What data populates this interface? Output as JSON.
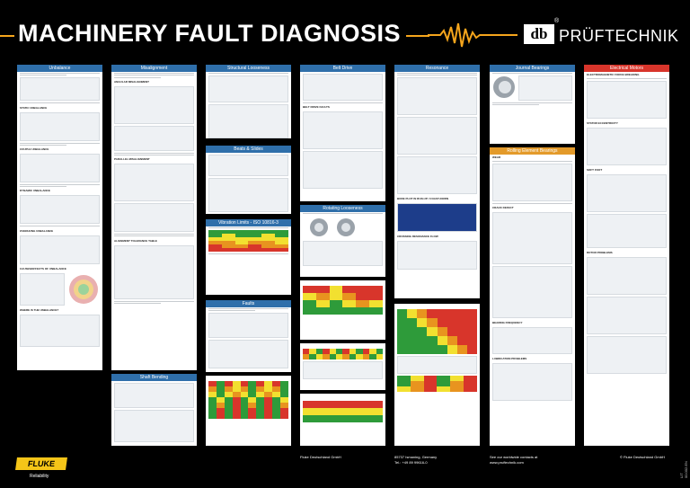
{
  "title": "MACHINERY FAULT DIAGNOSIS",
  "brand": {
    "logo_mark": "db",
    "name": "PRÜFTECHNIK",
    "registered": "®"
  },
  "accent_color": "#f5a51c",
  "columns": [
    {
      "sections": [
        {
          "head": "Unbalance",
          "color": "blue",
          "subs": [
            "STATIC UNBALANCE",
            "COUPLE UNBALANCE",
            "DYNAMIC UNBALANCE",
            "OVERHUNG UNBALANCE",
            "CAUSES/EFFECTS OF UNBALANCE",
            "WHERE IS THE UNBALANCE?"
          ]
        }
      ]
    },
    {
      "sections": [
        {
          "head": "Misalignment",
          "color": "blue",
          "subs": [
            "ANGULAR MISALIGNMENT",
            "PARALLEL MISALIGNMENT",
            "ALIGNMENT TOLERANCE TABLE"
          ]
        },
        {
          "head": "Shaft Bending",
          "color": "blue",
          "subs": []
        }
      ]
    },
    {
      "sections": [
        {
          "head": "Structural Looseness",
          "color": "blue",
          "subs": []
        },
        {
          "head": "Beats & Slides",
          "color": "blue",
          "subs": []
        },
        {
          "head": "Vibration Limits - ISO 10816-3",
          "color": "blue",
          "subs": []
        },
        {
          "head": "Faults",
          "color": "blue",
          "subs": []
        }
      ]
    },
    {
      "sections": [
        {
          "head": "Belt Drive",
          "color": "blue",
          "subs": [
            "BELT DRIVE FAULTS"
          ]
        },
        {
          "head": "Rotating Looseness",
          "color": "blue",
          "subs": []
        }
      ]
    },
    {
      "sections": [
        {
          "head": "Resonance",
          "color": "blue",
          "subs": [
            "BODE PLOT IN RUN-UP / COAST-DOWN",
            "CROSSING RESONANCE FLOW"
          ]
        }
      ]
    },
    {
      "sections": [
        {
          "head": "Journal Bearings",
          "color": "blue",
          "subs": []
        },
        {
          "head": "Rolling Element Bearings",
          "color": "orange",
          "subs": [
            "WEAR",
            "CRACK DEFECT",
            "BEARING FREQUENCY",
            "LUBRICATION PROBLEMS"
          ]
        }
      ]
    },
    {
      "sections": [
        {
          "head": "Electrical Motors",
          "color": "red",
          "subs": [
            "ELECTROMAGNETIC FORCE BREAKING",
            "STATOR ECCENTRICITY",
            "SOFT FOOT",
            "ROTOR PROBLEMS"
          ]
        }
      ]
    }
  ],
  "footer": {
    "fluke_logo": "FLUKE",
    "fluke_tagline": "Reliability",
    "company1": "Fluke Deutschland GmbH",
    "address": [
      "85737 Ismaning, Germany",
      "Tel.: +49 89 99616-0"
    ],
    "contacts": [
      "See our worldwide contacts at",
      "www.pruftechnik.com"
    ],
    "copyright": "© Fluke Deutschland GmbH",
    "doc_id": "LIT 00.002.EN"
  }
}
